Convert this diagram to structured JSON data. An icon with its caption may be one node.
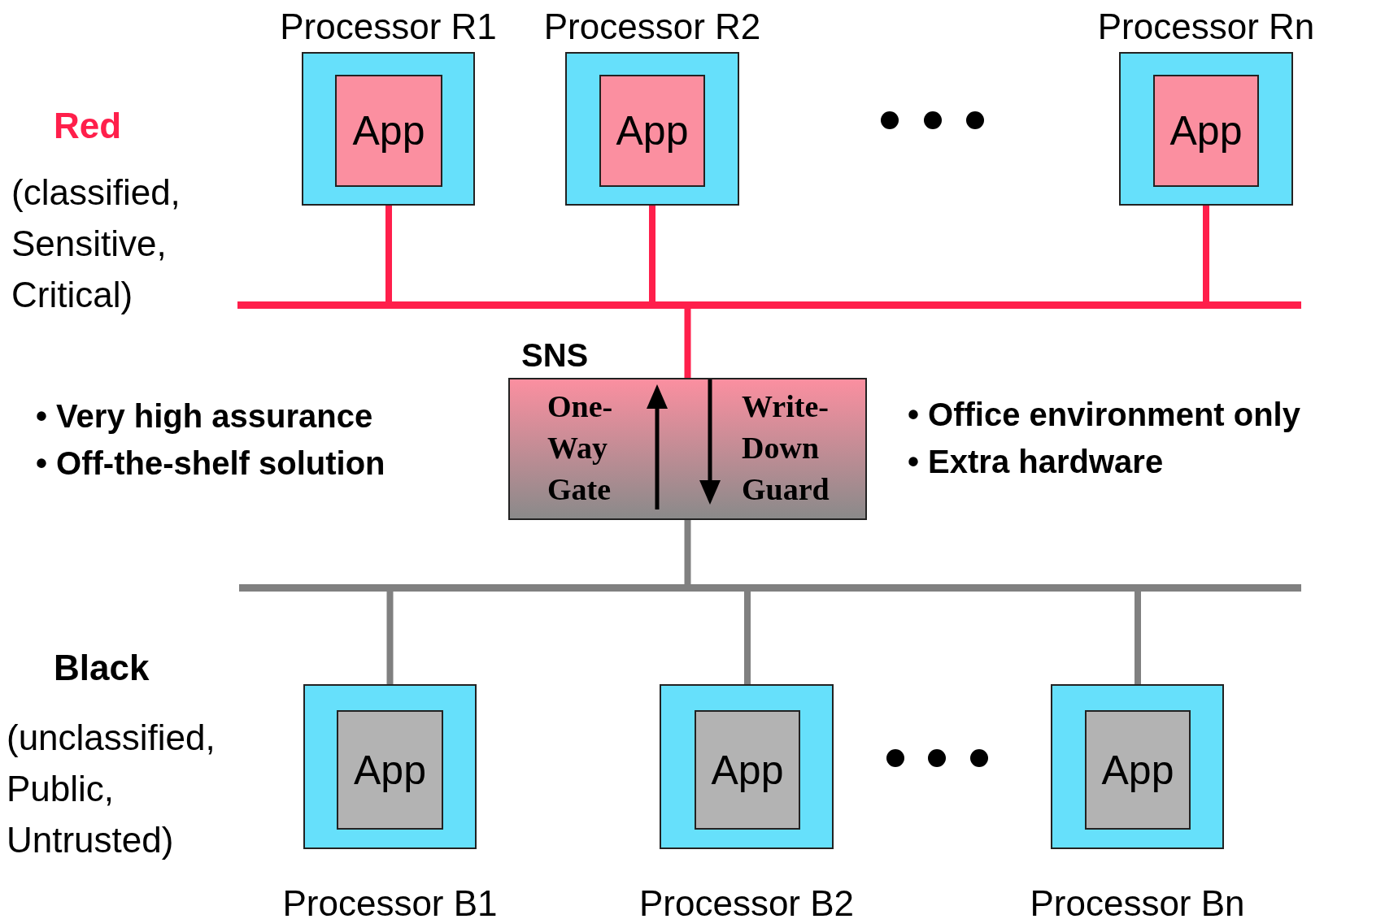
{
  "diagram": {
    "nodes": [
      {
        "text": [
          "Processor R1"
        ]
      },
      {
        "text": [
          "App"
        ],
        "in": 0
      },
      {
        "text": [
          "Processor R2"
        ]
      },
      {
        "text": [
          "App"
        ],
        "in": 2
      },
      {
        "text": [
          "Processor Rn"
        ]
      },
      {
        "text": [
          "App"
        ],
        "in": 4
      },
      {
        "text": [],
        "shape": "bar"
      },
      {
        "text": [
          "SNS",
          "One- Way Gate",
          "Write- Down Guard"
        ]
      },
      {
        "text": [],
        "shape": "bar"
      },
      {
        "text": [
          "Processor B1"
        ]
      },
      {
        "text": [
          "App"
        ],
        "in": 9
      },
      {
        "text": [
          "Processor B2"
        ]
      },
      {
        "text": [
          "App"
        ],
        "in": 11
      },
      {
        "text": [
          "Processor Bn"
        ]
      },
      {
        "text": [
          "App"
        ],
        "in": 13
      }
    ],
    "edges": [
      {
        "from": 1,
        "to": 6,
        "arrow": "none",
        "color": "#ff1f4b"
      },
      {
        "from": 3,
        "to": 6,
        "arrow": "none",
        "color": "#ff1f4b"
      },
      {
        "from": 5,
        "to": 6,
        "arrow": "none",
        "color": "#ff1f4b"
      },
      {
        "from": 6,
        "to": 7,
        "arrow": "none",
        "color": "#ff1f4b"
      },
      {
        "from": 7,
        "to": 8,
        "arrow": "none",
        "color": "#808080"
      },
      {
        "from": 8,
        "to": 10,
        "arrow": "none",
        "color": "#808080"
      },
      {
        "from": 8,
        "to": 12,
        "arrow": "none",
        "color": "#808080"
      },
      {
        "from": 8,
        "to": 14,
        "arrow": "none",
        "color": "#808080"
      }
    ],
    "labels": [
      "Red",
      "(classified, Sensitive, Critical)",
      "• Very high assurance",
      "• Off-the-shelf solution",
      "• Office environment only",
      "• Extra hardware",
      "Black",
      "(unclassified, Public, Untrusted)"
    ]
  }
}
